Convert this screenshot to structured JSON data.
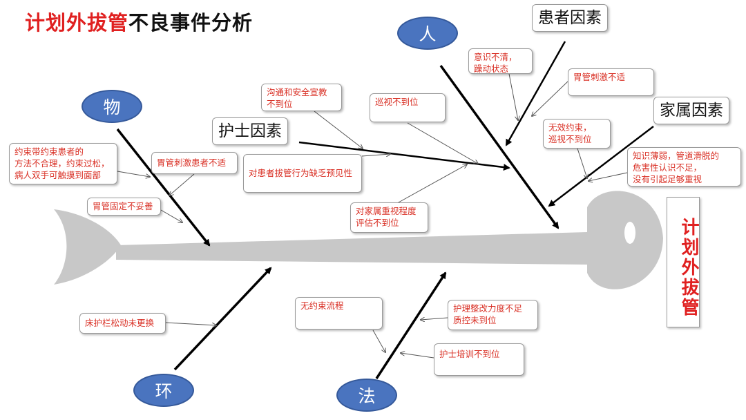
{
  "title": {
    "red": "计划外拔管",
    "black": "不良事件分析"
  },
  "head_label": "计划外拔管",
  "categories": {
    "person": "人",
    "material": "物",
    "environment": "环",
    "method": "法"
  },
  "factors": {
    "patient": "患者因素",
    "family": "家属因素",
    "nurse": "护士因素"
  },
  "causes": {
    "consciousness": "意识不清，\n躁动状态",
    "tube_irritation": "胃管刺激不适",
    "invalid_restraint": "无效约束，\n巡视不到位",
    "knowledge_weak": "知识薄弱，管道滑脱的\n危害性认识不足，\n没有引起足够重视",
    "communication": "沟通和安全宣教\n不到位",
    "patrol": "巡视不到位",
    "foresight": "对患者拔管行为缺乏预见性",
    "family_evaluation": "对家属重视程度\n评估不到位",
    "restraint_method": "约束带约束患者的\n方法不合理，约束过松，\n病人双手可触摸到面部",
    "tube_irritate_patient": "胃管刺激患者不适",
    "tube_fixation": "胃管固定不妥善",
    "bed_rail": "床护栏松动未更换",
    "no_process": "无约束流程",
    "rectification": "护理整改力度不足\n质控未到位",
    "training": "护士培训不到位"
  },
  "colors": {
    "fish": "#c8c8c8",
    "bone_fill": "#4a74bf",
    "accent_red": "#e02020",
    "cause_text": "#d93025",
    "arrow": "#000000"
  }
}
